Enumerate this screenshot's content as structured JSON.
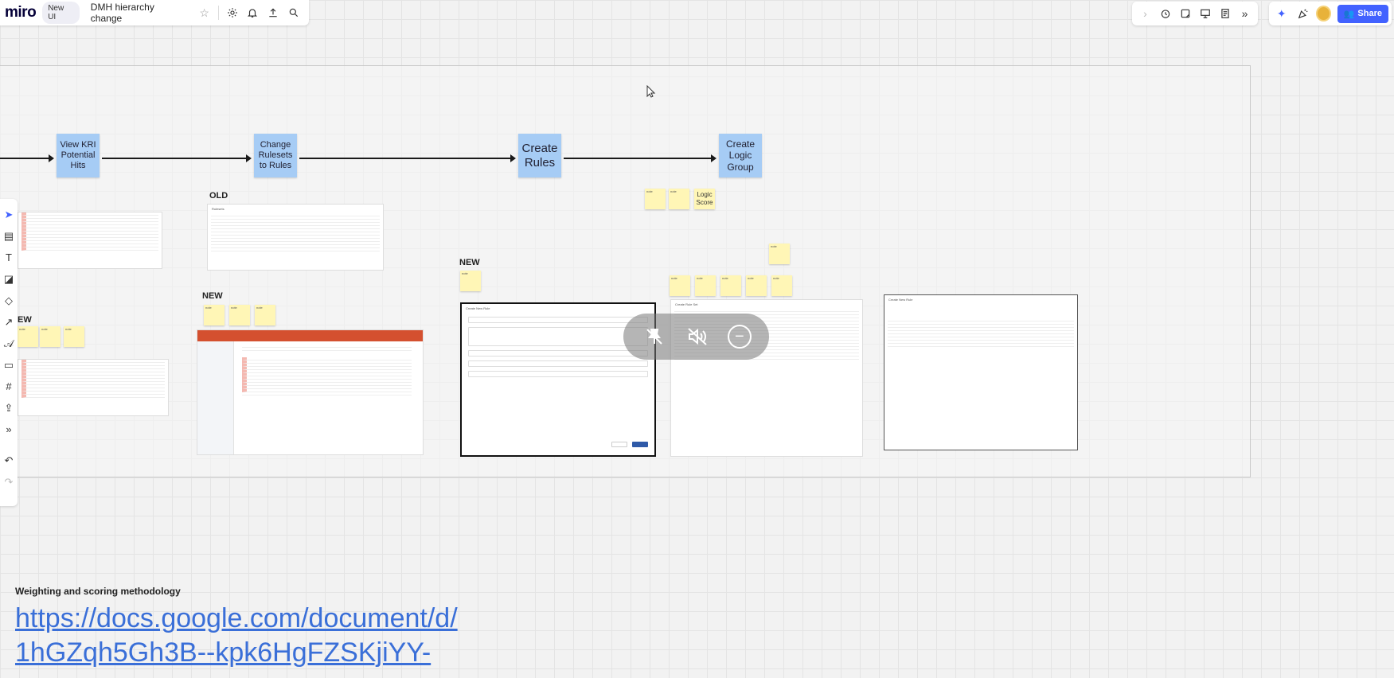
{
  "topbar": {
    "logo": "miro",
    "badge": "New UI",
    "board_title": "DMH hierarchy change"
  },
  "share": {
    "label": "Share"
  },
  "flow": {
    "nodes": [
      "View KRI Potential Hits",
      "Change Rulesets to Rules",
      "Create Rules",
      "Create Logic Group"
    ]
  },
  "labels": {
    "old_1": "OLD",
    "new_1": "NEW",
    "new_2": "NEW",
    "new_cut": "EW"
  },
  "stickies": {
    "logic_score": "Logic Score"
  },
  "section": {
    "title": "Weighting and scoring methodology",
    "link_line1": "https://docs.google.com/document/d/",
    "link_line2": "1hGZqh5Gh3B--kpk6HgFZSKjiYY-"
  },
  "icons": {
    "settings": "gear-icon",
    "notifications": "bell-icon",
    "export": "upload-icon",
    "search": "search-icon"
  },
  "colors": {
    "flow_node": "#a6ccf5",
    "sticky": "#fff6b6",
    "share": "#4262ff",
    "link": "#3a6fd8"
  }
}
